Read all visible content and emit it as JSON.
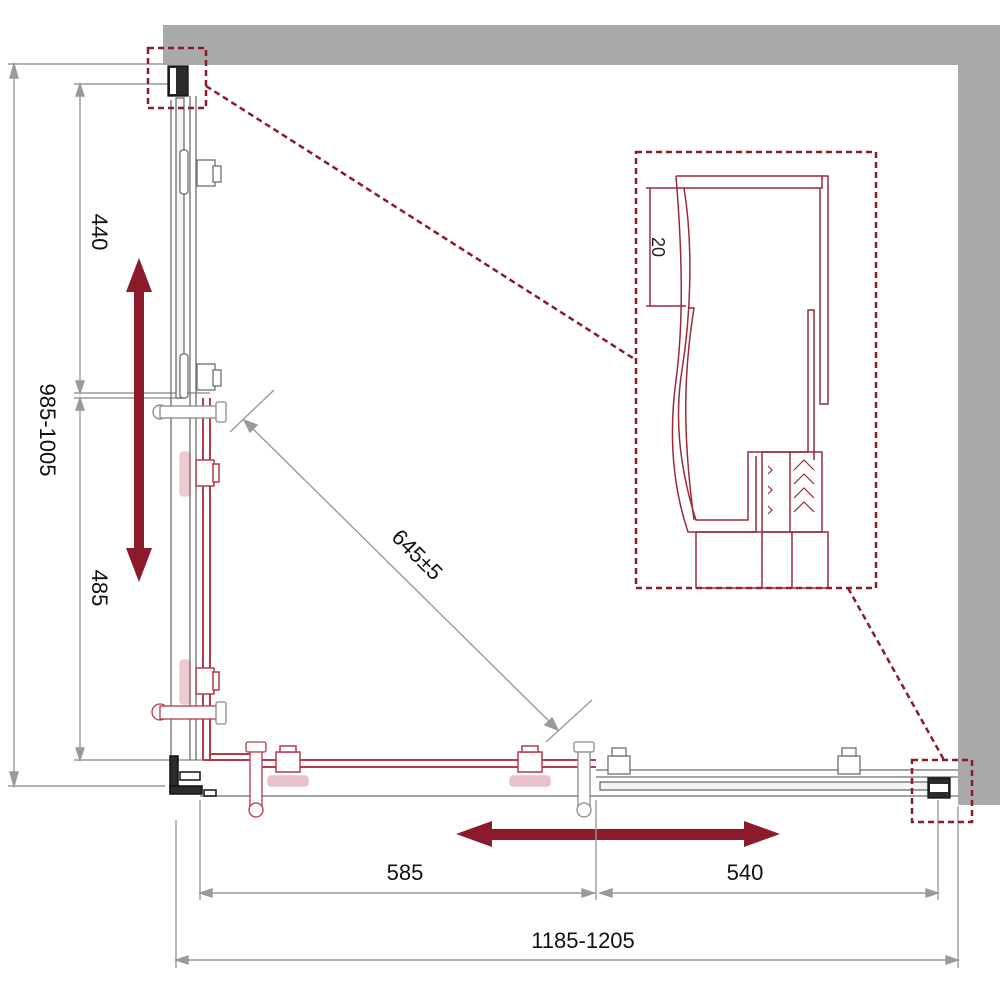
{
  "dimensions": {
    "overall_height": "985-1005",
    "upper_segment": "440",
    "lower_segment": "485",
    "diagonal_entry": "645±5",
    "bottom_left_segment": "585",
    "bottom_right_segment": "540",
    "overall_width": "1185-1205",
    "profile_detail": "20"
  },
  "colors": {
    "wall": "#a9a9a9",
    "door_frame": "#b53a4a",
    "arrow": "#8b1a2b",
    "callout": "#8b1a2b",
    "dimension_line": "#9a9a9a",
    "glass_outline": "#6e6e6e"
  }
}
